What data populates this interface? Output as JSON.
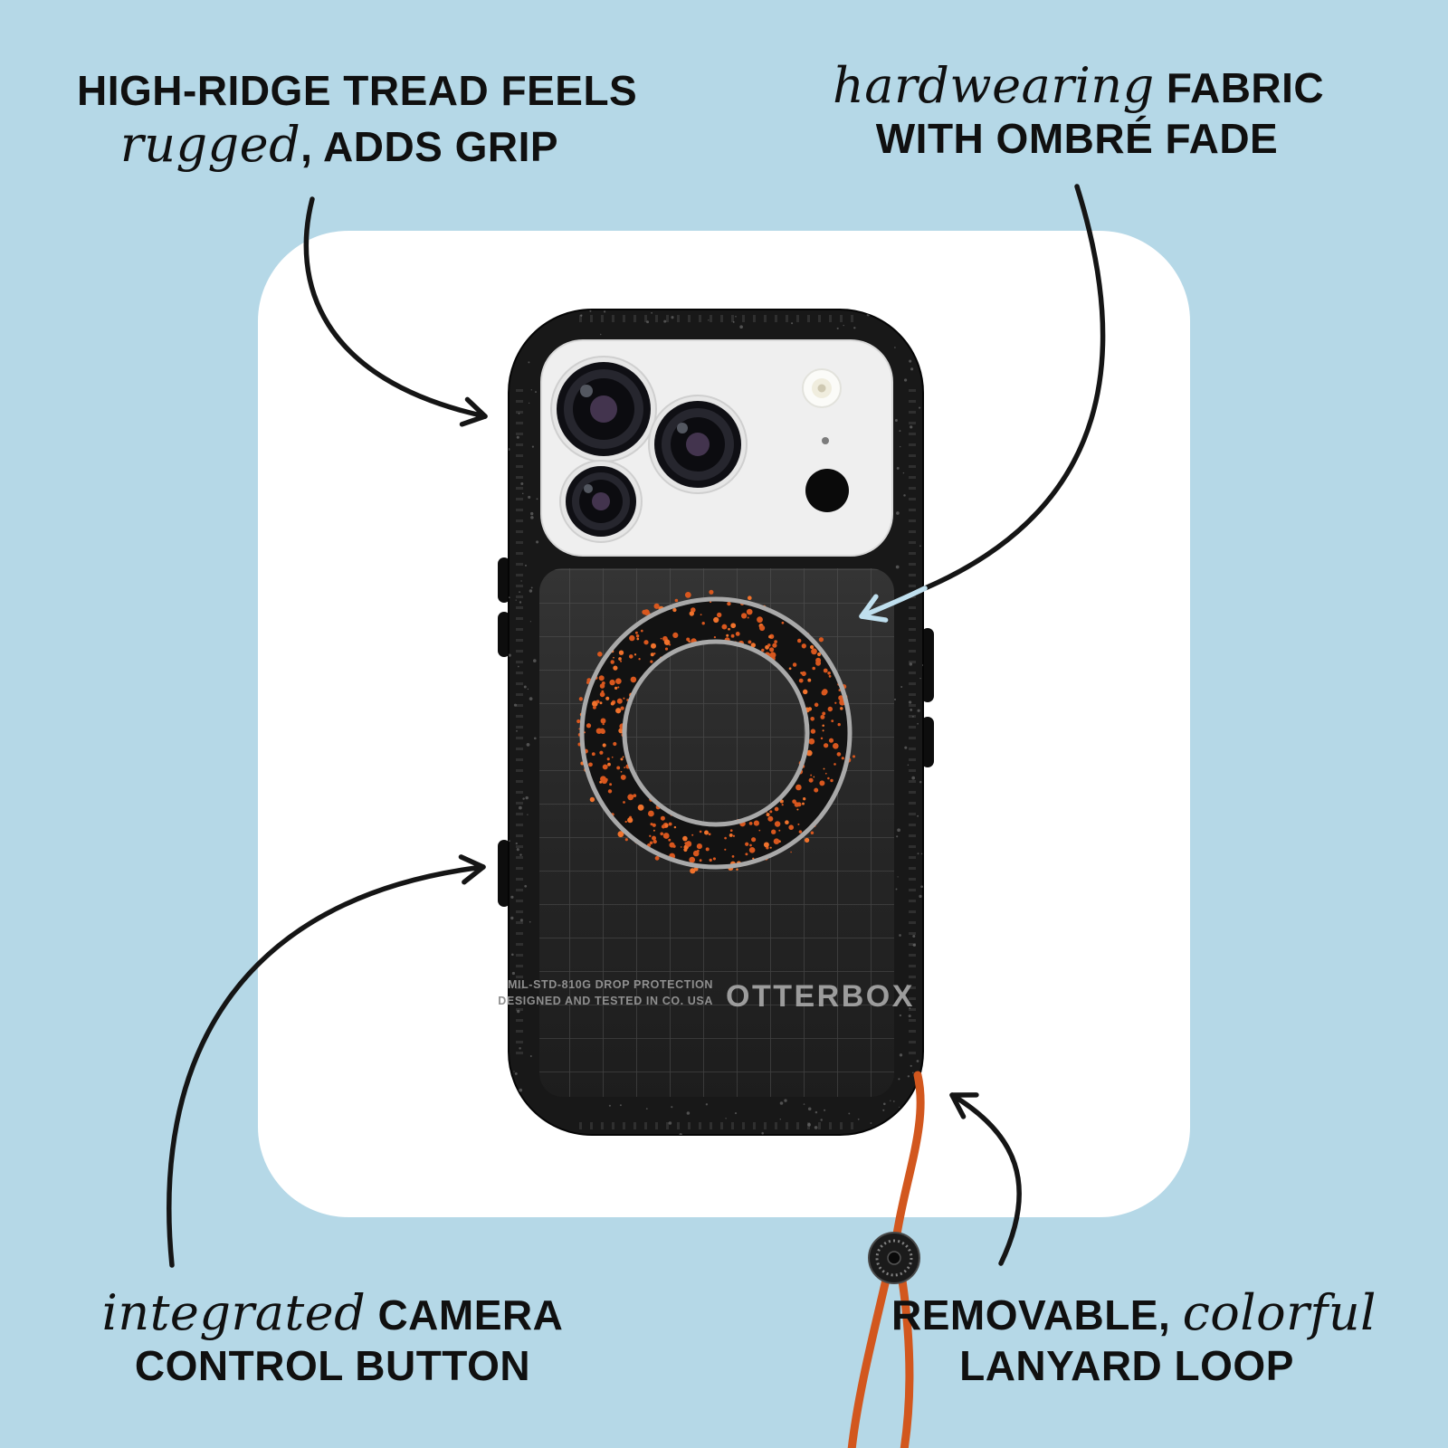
{
  "colors": {
    "background": "#b5d8e7",
    "card": "#ffffff",
    "text": "#101010",
    "case_black": "#181818",
    "fabric_dark": "#242424",
    "accent_orange": "#d8571e",
    "magsafe_ring_gray": "#a9a9a9",
    "arrowhead_blue": "#bfdfee"
  },
  "annotations": {
    "top_left": {
      "line1_bold": "HIGH-RIDGE TREAD FEELS",
      "line2_italic": "rugged",
      "line2_bold": ", ADDS GRIP"
    },
    "top_right": {
      "line1_italic": "hardwearing",
      "line1_bold": " FABRIC",
      "line2_bold": "WITH OMBRÉ FADE"
    },
    "bottom_left": {
      "line1_italic": "integrated",
      "line1_bold": " CAMERA",
      "line2_bold": "CONTROL BUTTON"
    },
    "bottom_right": {
      "line1_bold": "REMOVABLE, ",
      "line1_italic": "colorful",
      "line2_bold": "LANYARD LOOP"
    }
  },
  "case_text": {
    "brand": "OTTERBOX",
    "spec_line1": "MIL-STD-810G DROP PROTECTION",
    "spec_line2": "DESIGNED AND TESTED IN CO. USA"
  }
}
